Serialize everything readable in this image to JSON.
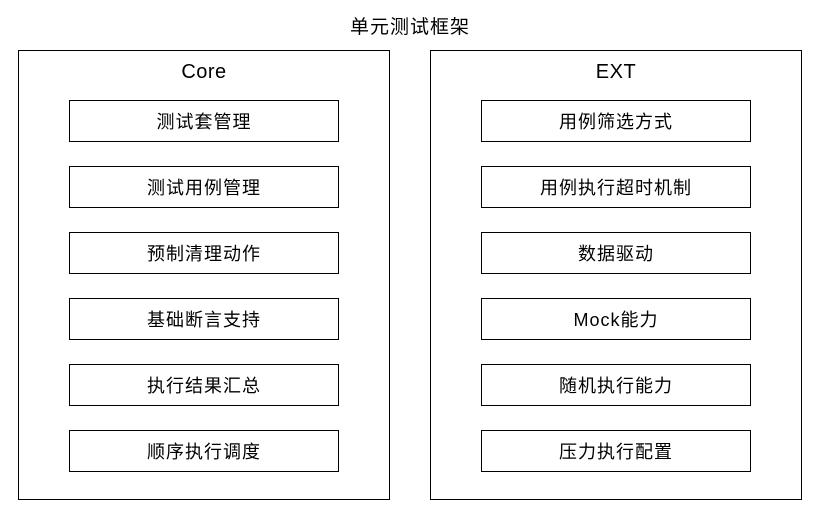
{
  "title": "单元测试框架",
  "core": {
    "label": "Core",
    "items": [
      "测试套管理",
      "测试用例管理",
      "预制清理动作",
      "基础断言支持",
      "执行结果汇总",
      "顺序执行调度"
    ]
  },
  "ext": {
    "label": "EXT",
    "items": [
      "用例筛选方式",
      "用例执行超时机制",
      "数据驱动",
      "Mock能力",
      "随机执行能力",
      "压力执行配置"
    ]
  },
  "colors": {
    "border": "#000000",
    "background": "#ffffff",
    "text": "#000000"
  }
}
